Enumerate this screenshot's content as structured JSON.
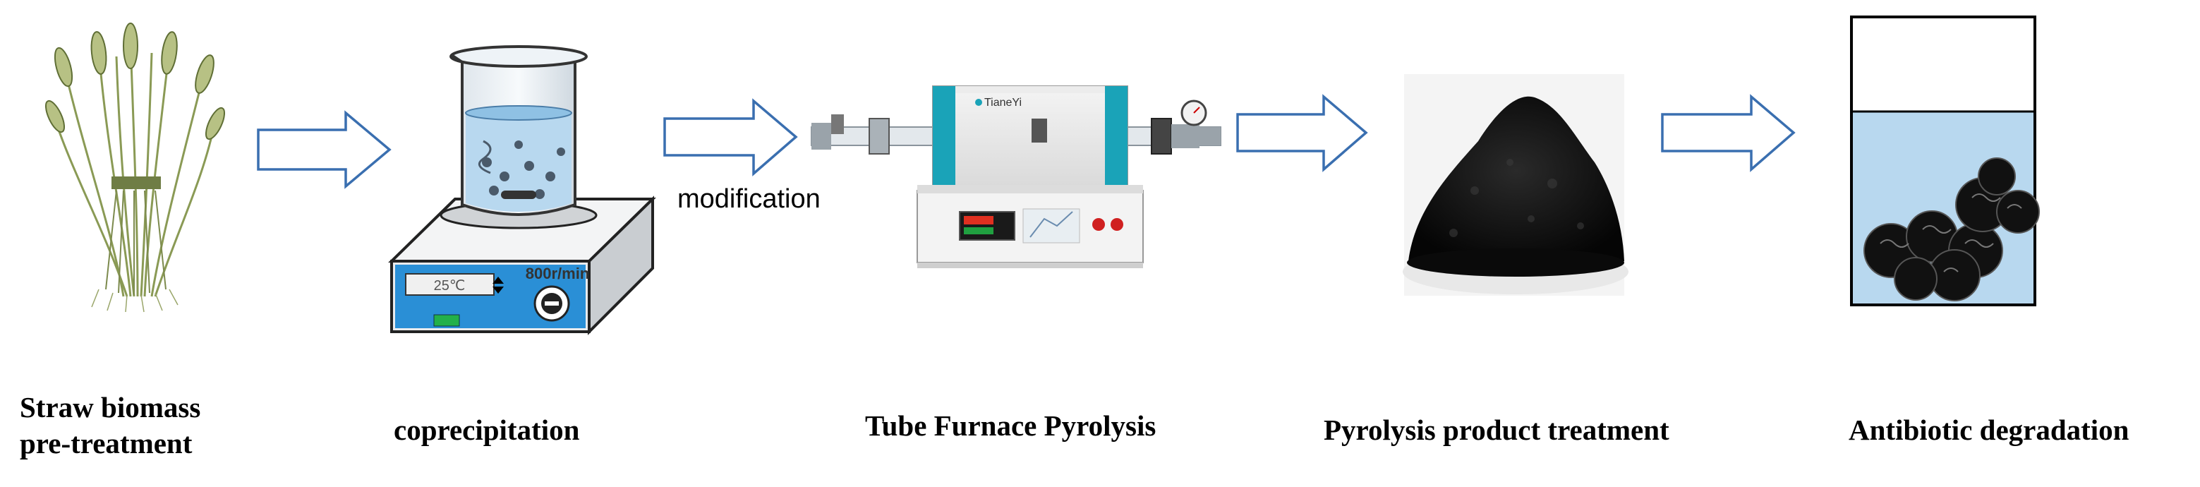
{
  "steps": [
    {
      "id": "straw",
      "label": "Straw biomass\npre-treatment",
      "icon": "straw-bundle-icon"
    },
    {
      "id": "coprecipitation",
      "label": "coprecipitation",
      "icon": "beaker-on-stirrer-icon"
    },
    {
      "id": "furnace",
      "label": "Tube Furnace Pyrolysis",
      "icon": "tube-furnace-icon"
    },
    {
      "id": "product",
      "label": "Pyrolysis product treatment",
      "icon": "black-powder-icon"
    },
    {
      "id": "degradation",
      "label": "Antibiotic degradation",
      "icon": "beaker-with-particles-icon"
    }
  ],
  "arrows": {
    "modification_label": "modification"
  },
  "stirrer": {
    "temperature_display": "25℃",
    "speed_display": "800r/min"
  },
  "furnace": {
    "brand": "TianeYi"
  },
  "colors": {
    "arrow_stroke": "#3a6fb0",
    "stirrer_panel": "#2a8fd6",
    "liquid": "#b8d8ef",
    "furnace_accent": "#1aa3b8"
  }
}
